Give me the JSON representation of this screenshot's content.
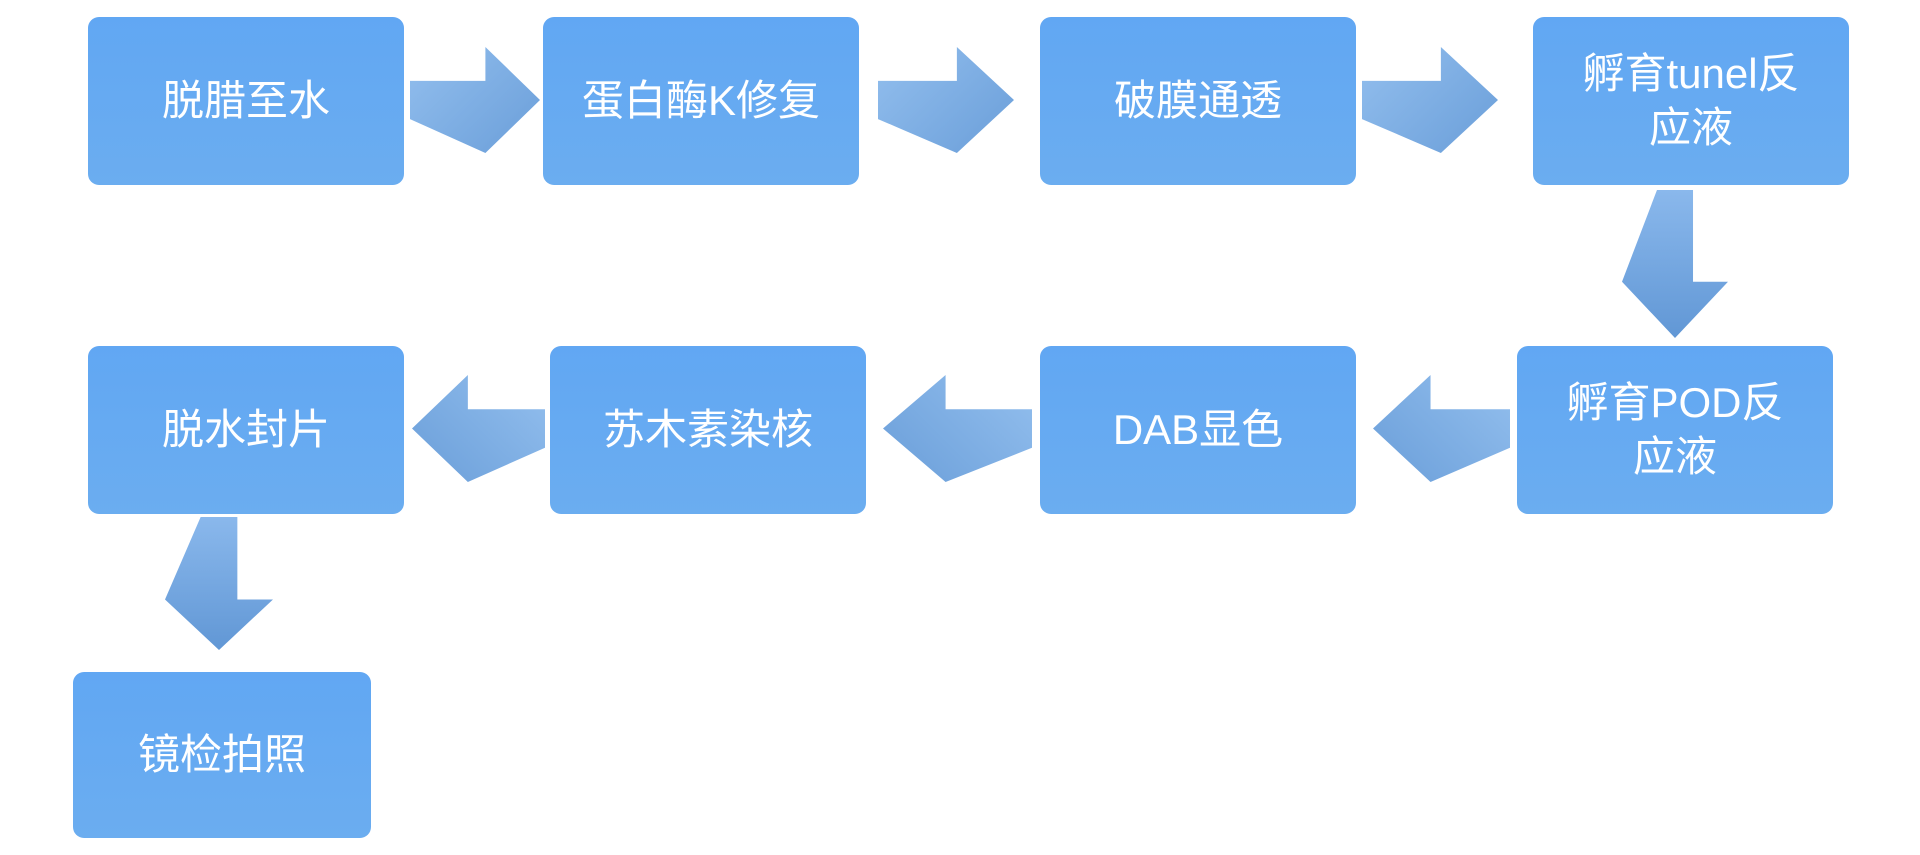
{
  "flowchart": {
    "description": "TUNEL staining protocol flow diagram",
    "colors": {
      "box_fill": "#64a9f1",
      "arrow_light": "#93bfee",
      "arrow_dark": "#6a9ed9",
      "text": "#ffffff",
      "background": "#ffffff"
    },
    "steps": [
      {
        "label": "脱腊至水"
      },
      {
        "label": "蛋白酶K修复"
      },
      {
        "label": "破膜通透"
      },
      {
        "label": "孵育tunel反\n应液"
      },
      {
        "label": "孵育POD反\n应液"
      },
      {
        "label": "DAB显色"
      },
      {
        "label": "苏木素染核"
      },
      {
        "label": "脱水封片"
      },
      {
        "label": "镜检拍照"
      }
    ],
    "connections": [
      {
        "from": "脱腊至水",
        "to": "蛋白酶K修复",
        "direction": "right"
      },
      {
        "from": "蛋白酶K修复",
        "to": "破膜通透",
        "direction": "right"
      },
      {
        "from": "破膜通透",
        "to": "孵育tunel反应液",
        "direction": "right"
      },
      {
        "from": "孵育tunel反应液",
        "to": "孵育POD反应液",
        "direction": "down"
      },
      {
        "from": "孵育POD反应液",
        "to": "DAB显色",
        "direction": "left"
      },
      {
        "from": "DAB显色",
        "to": "苏木素染核",
        "direction": "left"
      },
      {
        "from": "苏木素染核",
        "to": "脱水封片",
        "direction": "left"
      },
      {
        "from": "脱水封片",
        "to": "镜检拍照",
        "direction": "down"
      }
    ]
  }
}
